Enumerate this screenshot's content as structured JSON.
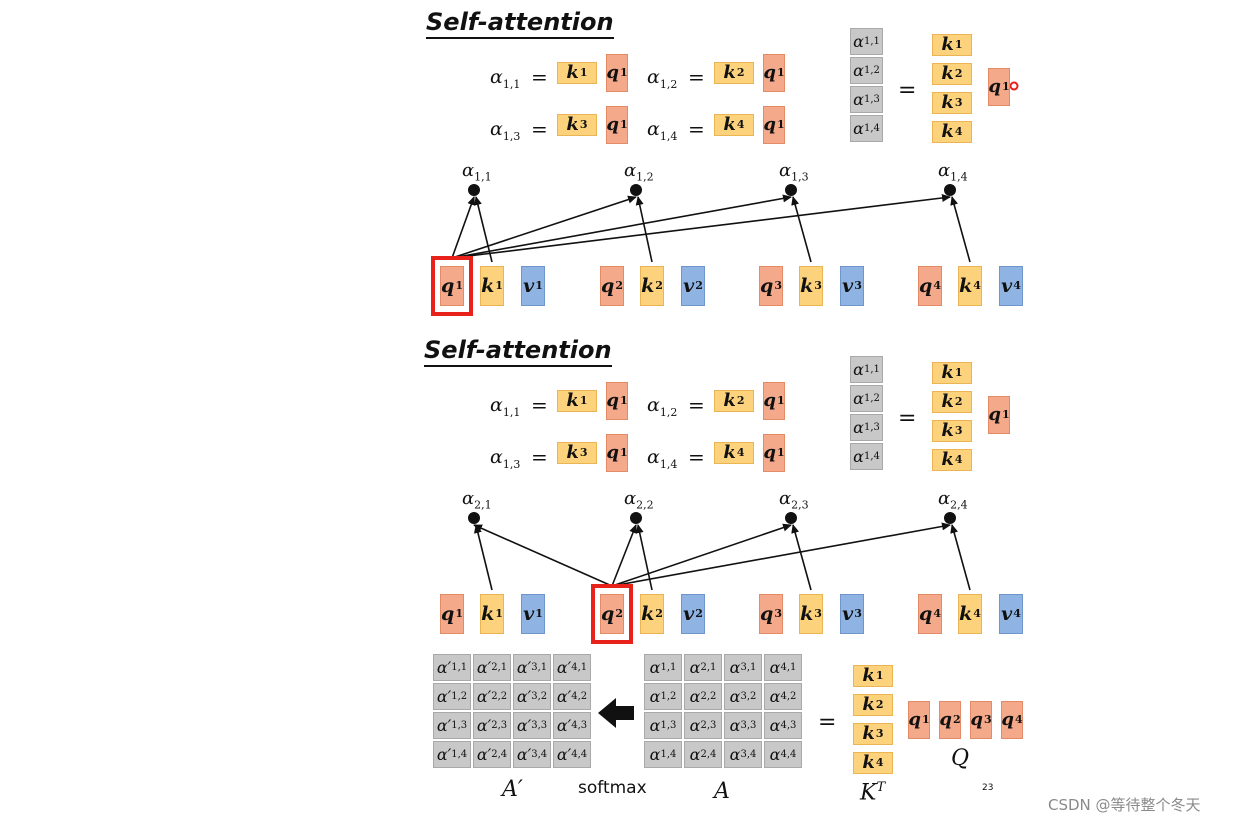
{
  "titles": [
    "Self-attention",
    "Self-attention"
  ],
  "alpha_symbol": "α",
  "equals": "=",
  "top_equations": [
    {
      "i": "1",
      "j": "1",
      "k": "1",
      "q": "1"
    },
    {
      "i": "1",
      "j": "2",
      "k": "2",
      "q": "1"
    },
    {
      "i": "1",
      "j": "3",
      "k": "3",
      "q": "1"
    },
    {
      "i": "1",
      "j": "4",
      "k": "4",
      "q": "1"
    }
  ],
  "bottom_equations": [
    {
      "i": "1",
      "j": "1",
      "k": "1",
      "q": "1"
    },
    {
      "i": "1",
      "j": "2",
      "k": "2",
      "q": "1"
    },
    {
      "i": "1",
      "j": "3",
      "k": "3",
      "q": "1"
    },
    {
      "i": "1",
      "j": "4",
      "k": "4",
      "q": "1"
    }
  ],
  "top_vector": [
    "1,1",
    "1,2",
    "1,3",
    "1,4"
  ],
  "bottom_vector": [
    "1,1",
    "1,2",
    "1,3",
    "1,4"
  ],
  "k_stack": [
    "1",
    "2",
    "3",
    "4"
  ],
  "top_nodes": [
    "1,1",
    "1,2",
    "1,3",
    "1,4"
  ],
  "bottom_nodes": [
    "2,1",
    "2,2",
    "2,3",
    "2,4"
  ],
  "token_groups": [
    {
      "q": "1",
      "k": "1",
      "v": "1"
    },
    {
      "q": "2",
      "k": "2",
      "v": "2"
    },
    {
      "q": "3",
      "k": "3",
      "v": "3"
    },
    {
      "q": "4",
      "k": "4",
      "v": "4"
    }
  ],
  "letters": {
    "q": "q",
    "k": "k",
    "v": "v"
  },
  "matrix_A_prime": [
    [
      "1,1",
      "2,1",
      "3,1",
      "4,1"
    ],
    [
      "1,2",
      "2,2",
      "3,2",
      "4,2"
    ],
    [
      "1,3",
      "2,3",
      "3,3",
      "4,3"
    ],
    [
      "1,4",
      "2,4",
      "3,4",
      "4,4"
    ]
  ],
  "matrix_A": [
    [
      "1,1",
      "2,1",
      "3,1",
      "4,1"
    ],
    [
      "1,2",
      "2,2",
      "3,2",
      "4,2"
    ],
    [
      "1,3",
      "2,3",
      "3,3",
      "4,3"
    ],
    [
      "1,4",
      "2,4",
      "3,4",
      "4,4"
    ]
  ],
  "q_row": [
    "1",
    "2",
    "3",
    "4"
  ],
  "labels": {
    "a_prime": "A′",
    "softmax": "softmax",
    "a": "A",
    "kt": "K",
    "kt_sup": "T",
    "q_matrix": "Q"
  },
  "page_number": "23",
  "watermark": "CSDN @等待整个冬天",
  "colors": {
    "query": "#f4a98a",
    "key": "#fcd27c",
    "value": "#8fb4e3",
    "score": "#c8c8c8",
    "highlight": "#e8211b"
  }
}
